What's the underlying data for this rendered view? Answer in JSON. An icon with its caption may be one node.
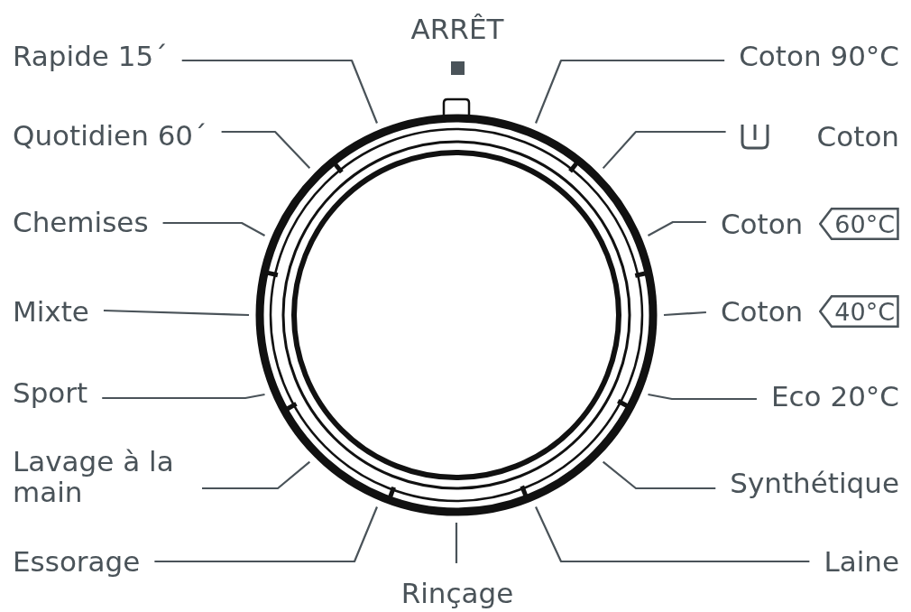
{
  "diagram": {
    "nodes": [
      {
        "text": [
          "Rapide 15´"
        ]
      },
      {
        "text": [
          "Coton 90°C"
        ]
      },
      {
        "text": [
          "Quotidien 60´"
        ]
      },
      {
        "text": [
          "Coton"
        ]
      },
      {
        "text": [
          "Chemises"
        ]
      },
      {
        "text": [
          "Coton",
          "60°C"
        ]
      },
      {
        "text": [
          "Mixte"
        ]
      },
      {
        "text": [
          "Coton",
          "40°C"
        ]
      },
      {
        "text": [
          "Sport"
        ]
      },
      {
        "text": [
          "Eco 20°C"
        ]
      },
      {
        "text": [
          "Lavage à la main"
        ]
      },
      {
        "text": [
          "Synthétique"
        ]
      },
      {
        "text": [
          "Essorage"
        ]
      },
      {
        "text": [
          "Laine"
        ]
      },
      {
        "text": [
          "Rinçage"
        ]
      },
      {
        "text": [],
        "shape": "circle"
      }
    ],
    "edges": [
      {
        "from": 0,
        "to": 15,
        "arrow": "none"
      },
      {
        "from": 1,
        "to": 15,
        "arrow": "none"
      },
      {
        "from": 2,
        "to": 15,
        "arrow": "none"
      },
      {
        "from": 3,
        "to": 15,
        "arrow": "none"
      },
      {
        "from": 4,
        "to": 15,
        "arrow": "none"
      },
      {
        "from": 5,
        "to": 15,
        "arrow": "none"
      },
      {
        "from": 6,
        "to": 15,
        "arrow": "none"
      },
      {
        "from": 7,
        "to": 15,
        "arrow": "none"
      },
      {
        "from": 8,
        "to": 15,
        "arrow": "none"
      },
      {
        "from": 9,
        "to": 15,
        "arrow": "none"
      },
      {
        "from": 10,
        "to": 15,
        "arrow": "none"
      },
      {
        "from": 11,
        "to": 15,
        "arrow": "none"
      },
      {
        "from": 12,
        "to": 15,
        "arrow": "none"
      },
      {
        "from": 13,
        "to": 15,
        "arrow": "none"
      },
      {
        "from": 14,
        "to": 15,
        "arrow": "none"
      }
    ],
    "labels": [
      "ARRÊT"
    ]
  }
}
